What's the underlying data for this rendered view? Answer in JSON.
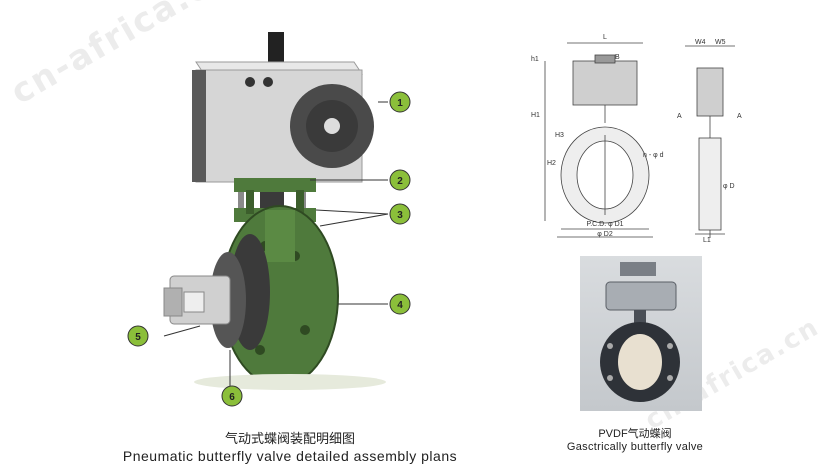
{
  "watermark": "cn-africa.cn",
  "left_caption": {
    "chinese": "气动式蝶阀装配明细图",
    "english": "Pneumatic butterfly valve detailed assembly plans"
  },
  "right_caption": {
    "chinese": "PVDF气动蝶阀",
    "english": "Gasctrically butterfly valve"
  },
  "callouts": [
    "1",
    "2",
    "3",
    "4",
    "5",
    "6"
  ],
  "dimensions": {
    "top_width": "L",
    "h1": "h1",
    "b": "B",
    "h_main": "H1",
    "h2": "H2",
    "h3": "H3",
    "hole": "n - φ d",
    "pcd": "P.C.D. φ D1",
    "outer": "φ D2",
    "w4": "W4",
    "w5": "W5",
    "a_left": "A",
    "a_right": "A",
    "bore": "φ D",
    "l1": "L1"
  },
  "colors": {
    "body_green": "#4f7a3c",
    "actuator_grey": "#d6d6d6",
    "callout_fill": "#8bbf3a"
  }
}
